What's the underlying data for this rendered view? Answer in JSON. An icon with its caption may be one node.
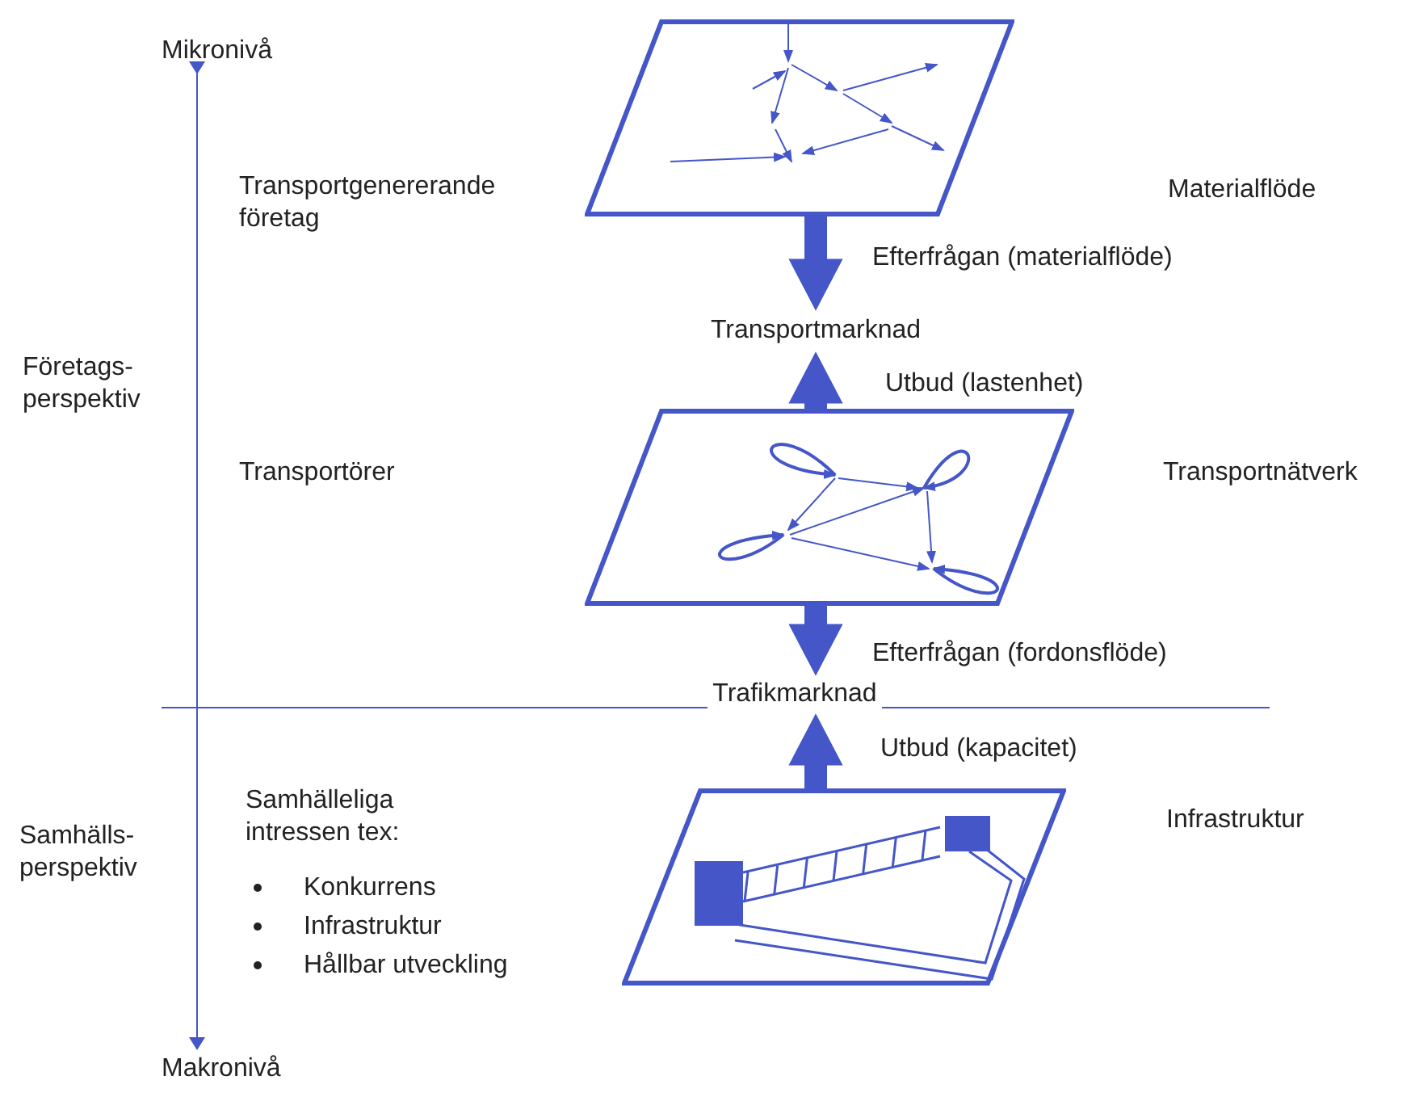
{
  "diagram": {
    "nodes": [
      {
        "text": [],
        "shape": "parallelogram"
      },
      {
        "text": [
          "Transportmarknad"
        ]
      },
      {
        "text": [],
        "shape": "parallelogram"
      },
      {
        "text": [
          "Trafikmarknad"
        ]
      },
      {
        "text": [],
        "shape": "parallelogram"
      }
    ],
    "edges": [
      {
        "from": 0,
        "to": 1,
        "arrow": "to",
        "label": "Efterfrågan (materialflöde)"
      },
      {
        "from": 2,
        "to": 1,
        "arrow": "to",
        "label": "Utbud (lastenhet)"
      },
      {
        "from": 2,
        "to": 3,
        "arrow": "to",
        "label": "Efterfrågan (fordonsflöde)"
      },
      {
        "from": 4,
        "to": 3,
        "arrow": "to",
        "label": "Utbud (kapacitet)"
      }
    ],
    "labels": [
      "Mikronivå",
      "Transportgenererande företag",
      "Materialflöde",
      "Företags- perspektiv",
      "Transportörer",
      "Transportnätverk",
      "Samhälleliga intressen tex:",
      "Konkurrens",
      "Infrastruktur",
      "Hållbar utveckling",
      "Samhälls- perspektiv",
      "Infrastruktur",
      "Makronivå"
    ]
  }
}
